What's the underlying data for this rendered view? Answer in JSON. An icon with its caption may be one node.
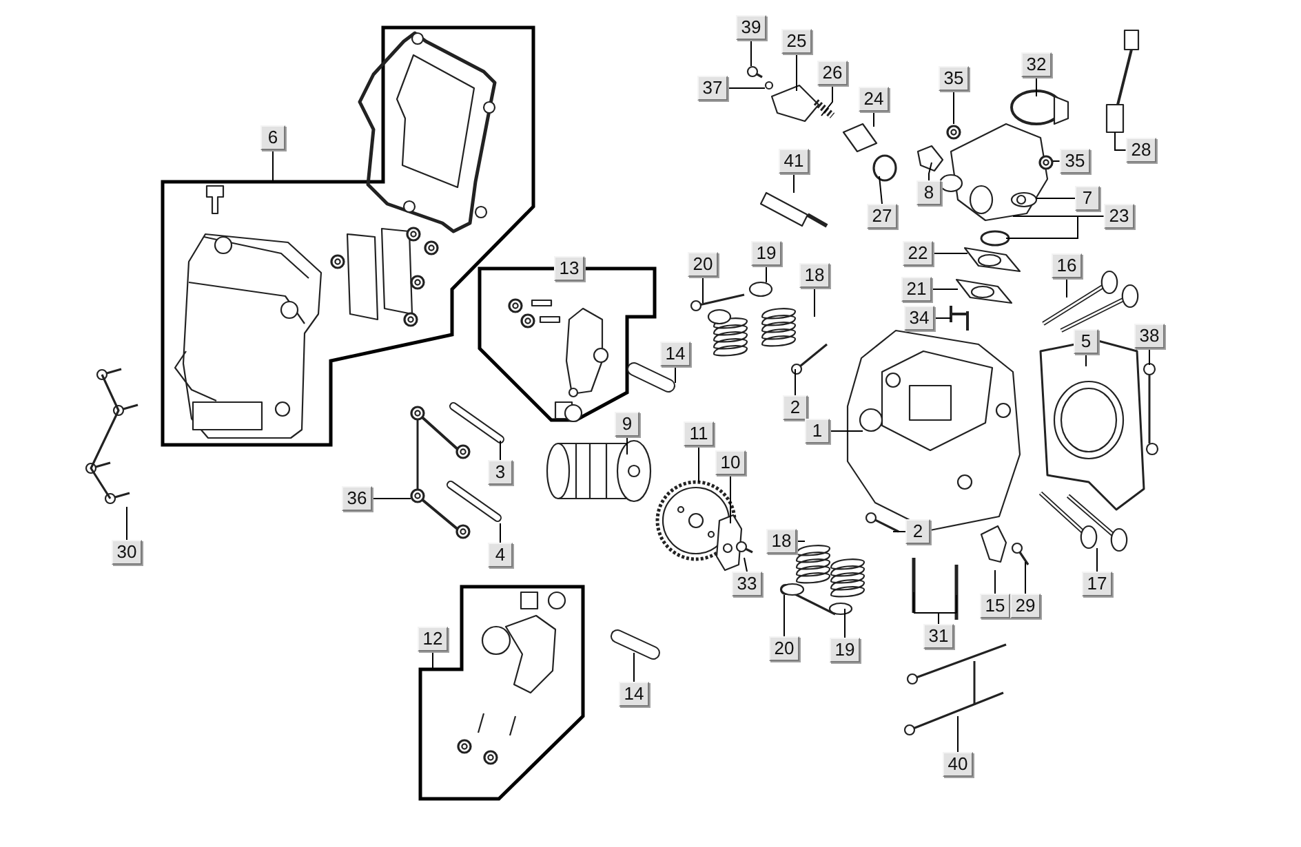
{
  "diagram": {
    "nodes": [
      {
        "text": [
          "39"
        ]
      },
      {
        "text": [
          "25"
        ]
      },
      {
        "text": [
          "32"
        ]
      },
      {
        "text": [
          "35"
        ]
      },
      {
        "text": [
          "37"
        ]
      },
      {
        "text": [
          "26"
        ]
      },
      {
        "text": [
          "24"
        ]
      },
      {
        "text": [
          "6"
        ]
      },
      {
        "text": [],
        "shape": "box"
      },
      {
        "text": [
          "28"
        ]
      },
      {
        "text": [
          "41"
        ]
      },
      {
        "text": [
          "35"
        ]
      },
      {
        "text": [
          "8"
        ]
      },
      {
        "text": [
          "7"
        ]
      },
      {
        "text": [
          "27"
        ]
      },
      {
        "text": [
          "23"
        ]
      },
      {
        "text": [
          "22"
        ]
      },
      {
        "text": [
          "20"
        ]
      },
      {
        "text": [
          "19"
        ]
      },
      {
        "text": [
          "16"
        ]
      },
      {
        "text": [
          "13"
        ]
      },
      {
        "text": [],
        "shape": "box"
      },
      {
        "text": [
          "18"
        ]
      },
      {
        "text": [
          "21"
        ]
      },
      {
        "text": [
          "34"
        ]
      },
      {
        "text": [
          "38"
        ]
      },
      {
        "text": [
          "5"
        ]
      },
      {
        "text": [
          "14"
        ]
      },
      {
        "text": [
          "2"
        ]
      },
      {
        "text": [
          "9"
        ]
      },
      {
        "text": [
          "1"
        ]
      },
      {
        "text": [
          "11"
        ]
      },
      {
        "text": [
          "10"
        ]
      },
      {
        "text": [
          "3"
        ]
      },
      {
        "text": [
          "36"
        ]
      },
      {
        "text": [
          "30"
        ]
      },
      {
        "text": [
          "4"
        ]
      },
      {
        "text": [
          "2"
        ]
      },
      {
        "text": [
          "18"
        ]
      },
      {
        "text": [
          "33"
        ]
      },
      {
        "text": [
          "17"
        ]
      },
      {
        "text": [
          "15"
        ]
      },
      {
        "text": [
          "29"
        ]
      },
      {
        "text": [
          "31"
        ]
      },
      {
        "text": [
          "12"
        ]
      },
      {
        "text": [],
        "shape": "box"
      },
      {
        "text": [
          "20"
        ]
      },
      {
        "text": [
          "19"
        ]
      },
      {
        "text": [
          "14"
        ]
      },
      {
        "text": [
          "40"
        ]
      }
    ],
    "edges": [
      {
        "from": 0,
        "to": null,
        "arrow": "none"
      },
      {
        "from": 1,
        "to": null,
        "arrow": "none"
      },
      {
        "from": 2,
        "to": null,
        "arrow": "none"
      },
      {
        "from": 3,
        "to": null,
        "arrow": "none"
      },
      {
        "from": 4,
        "to": null,
        "arrow": "none"
      },
      {
        "from": 5,
        "to": null,
        "arrow": "none"
      },
      {
        "from": 6,
        "to": null,
        "arrow": "none"
      },
      {
        "from": 7,
        "to": 8,
        "arrow": "none"
      },
      {
        "from": 9,
        "to": null,
        "arrow": "none"
      },
      {
        "from": 10,
        "to": null,
        "arrow": "none"
      },
      {
        "from": 11,
        "to": null,
        "arrow": "none"
      },
      {
        "from": 12,
        "to": null,
        "arrow": "none"
      },
      {
        "from": 13,
        "to": null,
        "arrow": "none"
      },
      {
        "from": 14,
        "to": null,
        "arrow": "none"
      },
      {
        "from": 15,
        "to": null,
        "arrow": "none"
      },
      {
        "from": 16,
        "to": null,
        "arrow": "none"
      },
      {
        "from": 17,
        "to": null,
        "arrow": "none"
      },
      {
        "from": 18,
        "to": null,
        "arrow": "none"
      },
      {
        "from": 19,
        "to": null,
        "arrow": "none"
      },
      {
        "from": 22,
        "to": null,
        "arrow": "none"
      },
      {
        "from": 23,
        "to": null,
        "arrow": "none"
      },
      {
        "from": 24,
        "to": null,
        "arrow": "none"
      },
      {
        "from": 25,
        "to": null,
        "arrow": "none"
      },
      {
        "from": 26,
        "to": null,
        "arrow": "none"
      },
      {
        "from": 27,
        "to": null,
        "arrow": "none"
      },
      {
        "from": 28,
        "to": null,
        "arrow": "none"
      },
      {
        "from": 29,
        "to": null,
        "arrow": "none"
      },
      {
        "from": 30,
        "to": null,
        "arrow": "none"
      },
      {
        "from": 31,
        "to": null,
        "arrow": "none"
      },
      {
        "from": 32,
        "to": null,
        "arrow": "none"
      },
      {
        "from": 33,
        "to": null,
        "arrow": "none"
      },
      {
        "from": 34,
        "to": null,
        "arrow": "none"
      },
      {
        "from": 35,
        "to": null,
        "arrow": "none"
      },
      {
        "from": 36,
        "to": null,
        "arrow": "none"
      },
      {
        "from": 37,
        "to": null,
        "arrow": "none"
      },
      {
        "from": 38,
        "to": null,
        "arrow": "none"
      },
      {
        "from": 39,
        "to": null,
        "arrow": "none"
      },
      {
        "from": 40,
        "to": null,
        "arrow": "none"
      },
      {
        "from": 41,
        "to": null,
        "arrow": "none"
      },
      {
        "from": 42,
        "to": null,
        "arrow": "none"
      },
      {
        "from": 43,
        "to": null,
        "arrow": "none"
      },
      {
        "from": 44,
        "to": 45,
        "arrow": "none"
      },
      {
        "from": 46,
        "to": null,
        "arrow": "none"
      },
      {
        "from": 47,
        "to": null,
        "arrow": "none"
      },
      {
        "from": 48,
        "to": null,
        "arrow": "none"
      },
      {
        "from": 49,
        "to": null,
        "arrow": "none"
      }
    ]
  }
}
